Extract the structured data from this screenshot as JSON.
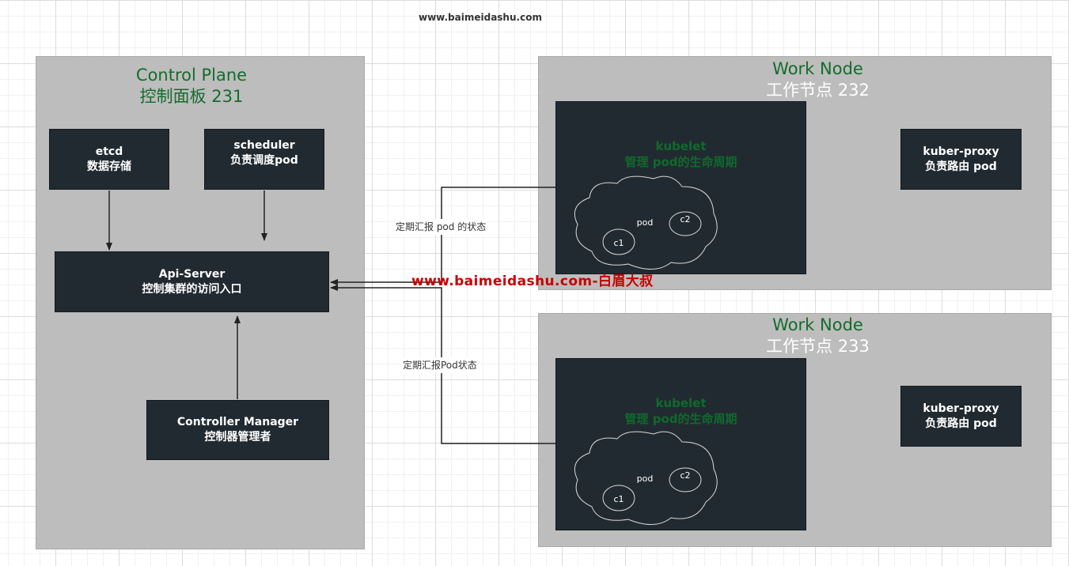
{
  "header": {
    "site_url": "www.baimeidashu.com"
  },
  "control_plane": {
    "title_en": "Control Plane",
    "title_cn": "控制面板  231",
    "etcd": {
      "name": "etcd",
      "desc": "数据存储"
    },
    "scheduler": {
      "name": "scheduler",
      "desc": "负责调度pod"
    },
    "api_server": {
      "name": "Api-Server",
      "desc": "控制集群的访问入口"
    },
    "controller_manager": {
      "name": "Controller Manager",
      "desc": "控制器管理者"
    }
  },
  "work_nodes": [
    {
      "title_en": "Work Node",
      "title_cn": "工作节点 232",
      "kubelet": {
        "name": "kubelet",
        "desc": "管理 pod的生命周期"
      },
      "pod": {
        "label": "pod",
        "c1": "c1",
        "c2": "c2"
      },
      "proxy": {
        "name": "kuber-proxy",
        "desc": "负责路由 pod"
      }
    },
    {
      "title_en": "Work Node",
      "title_cn": "工作节点 233",
      "kubelet": {
        "name": "kubelet",
        "desc": "管理 pod的生命周期"
      },
      "pod": {
        "label": "pod",
        "c1": "c1",
        "c2": "c2"
      },
      "proxy": {
        "name": "kuber-proxy",
        "desc": "负责路由 pod"
      }
    }
  ],
  "edges": {
    "report_1": "定期汇报 pod 的状态",
    "report_2": "定期汇报Pod状态"
  },
  "watermark": "www.baimeidashu.com-白眉大叔",
  "colors": {
    "panel": "#bdbdbd",
    "dark_box": "#222a31",
    "title_green": "#146c2c",
    "watermark_red": "#c80000"
  }
}
